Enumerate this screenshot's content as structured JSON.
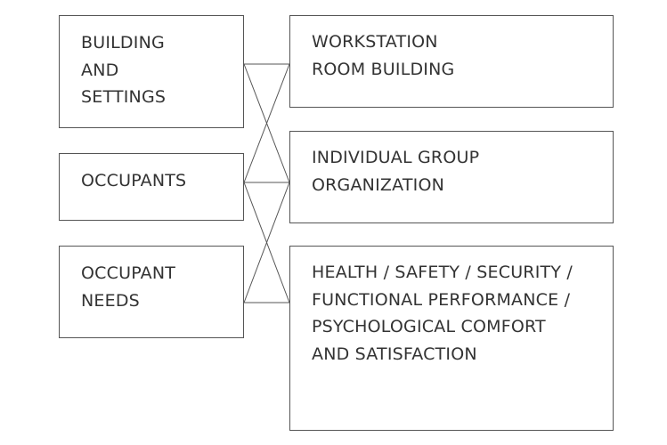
{
  "diagram": {
    "left_boxes": [
      {
        "id": "building",
        "lines": [
          "BUILDING",
          "AND",
          "SETTINGS"
        ]
      },
      {
        "id": "occupants",
        "lines": [
          "OCCUPANTS"
        ]
      },
      {
        "id": "needs",
        "lines": [
          "OCCUPANT",
          "NEEDS"
        ]
      }
    ],
    "right_boxes": [
      {
        "id": "workstation",
        "lines": [
          "WORKSTATION",
          "ROOM BUILDING"
        ]
      },
      {
        "id": "individual",
        "lines": [
          "INDIVIDUAL GROUP",
          "ORGANIZATION"
        ]
      },
      {
        "id": "health",
        "lines": [
          "HEALTH / SAFETY / SECURITY /",
          "FUNCTIONAL PERFORMANCE /",
          "PSYCHOLOGICAL COMFORT",
          "AND SATISFACTION"
        ]
      }
    ],
    "connections": [
      {
        "from": "building",
        "to": "workstation"
      },
      {
        "from": "building",
        "to": "individual"
      },
      {
        "from": "occupants",
        "to": "workstation"
      },
      {
        "from": "occupants",
        "to": "individual"
      },
      {
        "from": "occupants",
        "to": "health"
      },
      {
        "from": "needs",
        "to": "individual"
      },
      {
        "from": "needs",
        "to": "health"
      }
    ],
    "colors": {
      "border": "#555555",
      "text": "#333333",
      "background": "#ffffff"
    }
  }
}
